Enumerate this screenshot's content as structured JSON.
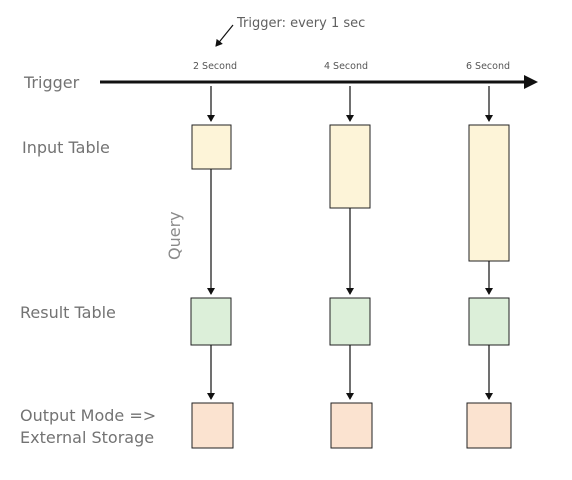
{
  "annotation": {
    "trigger_note": "Trigger: every 1 sec"
  },
  "rows": {
    "trigger": "Trigger",
    "input_table": "Input Table",
    "result_table": "Result Table",
    "output_line1": "Output Mode =>",
    "output_line2": "External Storage"
  },
  "query_label": "Query",
  "ticks": [
    {
      "label": "2 Second"
    },
    {
      "label": "4 Second"
    },
    {
      "label": "6 Second"
    }
  ],
  "colors": {
    "input_fill": "#fdf4d8",
    "result_fill": "#dcefd9",
    "output_fill": "#fbe3d0",
    "line": "#111111"
  }
}
